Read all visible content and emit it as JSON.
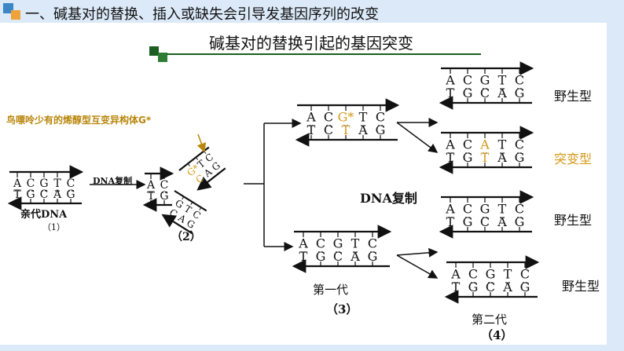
{
  "header": {
    "title": "一、碱基对的替换、插入或缺失会引导发基因序列的改变"
  },
  "slide": {
    "subtitle": "碱基对的替换引起的基因突变"
  },
  "note": {
    "text": "鸟嘌呤少有的烯醇型互变异构体G*"
  },
  "labels": {
    "parent": "亲代DNA",
    "parent_num": "（1）",
    "dna_rep_small": "DNA复制",
    "stage2": "（2）",
    "dna_rep_big": "DNA复制",
    "gen1": "第一代",
    "gen1_num": "（3）",
    "gen2": "第二代",
    "gen2_num": "（4）"
  },
  "types": {
    "wild1": "野生型",
    "mutant": "突变型",
    "wild2": "野生型",
    "wild3": "野生型"
  },
  "strands": {
    "parent": {
      "top": [
        "A",
        "C",
        "G",
        "T",
        "C"
      ],
      "bottom": [
        "T",
        "G",
        "C",
        "A",
        "G"
      ]
    },
    "split_stem": {
      "top": [
        "A",
        "C"
      ],
      "bottom": [
        "T",
        "G"
      ]
    },
    "upper_branch": {
      "top": [
        "G*",
        "T",
        "C"
      ],
      "bottom": [
        "C",
        "A",
        "G"
      ]
    },
    "lower_branch": {
      "top": [
        "G",
        "T",
        "C"
      ],
      "bottom": [
        "C",
        "A",
        "G"
      ]
    },
    "mid_upper": {
      "top": [
        "A",
        "C",
        "G*",
        "T",
        "C"
      ],
      "bottom": [
        "T",
        "C",
        "T",
        "A",
        "G"
      ]
    },
    "gen1": {
      "top": [
        "A",
        "C",
        "G",
        "T",
        "C"
      ],
      "bottom": [
        "T",
        "G",
        "C",
        "A",
        "G"
      ]
    },
    "r1": {
      "top": [
        "A",
        "C",
        "G",
        "T",
        "C"
      ],
      "bottom": [
        "T",
        "G",
        "C",
        "A",
        "G"
      ]
    },
    "r2": {
      "top": [
        "A",
        "C",
        "A",
        "T",
        "C"
      ],
      "bottom": [
        "T",
        "G",
        "T",
        "A",
        "G"
      ]
    },
    "r3": {
      "top": [
        "A",
        "C",
        "G",
        "T",
        "C"
      ],
      "bottom": [
        "T",
        "G",
        "C",
        "A",
        "G"
      ]
    },
    "r4": {
      "top": [
        "A",
        "C",
        "G",
        "T",
        "C"
      ],
      "bottom": [
        "T",
        "G",
        "C",
        "A",
        "G"
      ]
    }
  },
  "colors": {
    "header_bg": "#dbe9f8",
    "accent_gold": "#b8860b",
    "mutant_text": "#d49a1a",
    "square_green": "#2e7d32",
    "square_dark_green": "#1b5e20",
    "arrow": "#111111"
  }
}
